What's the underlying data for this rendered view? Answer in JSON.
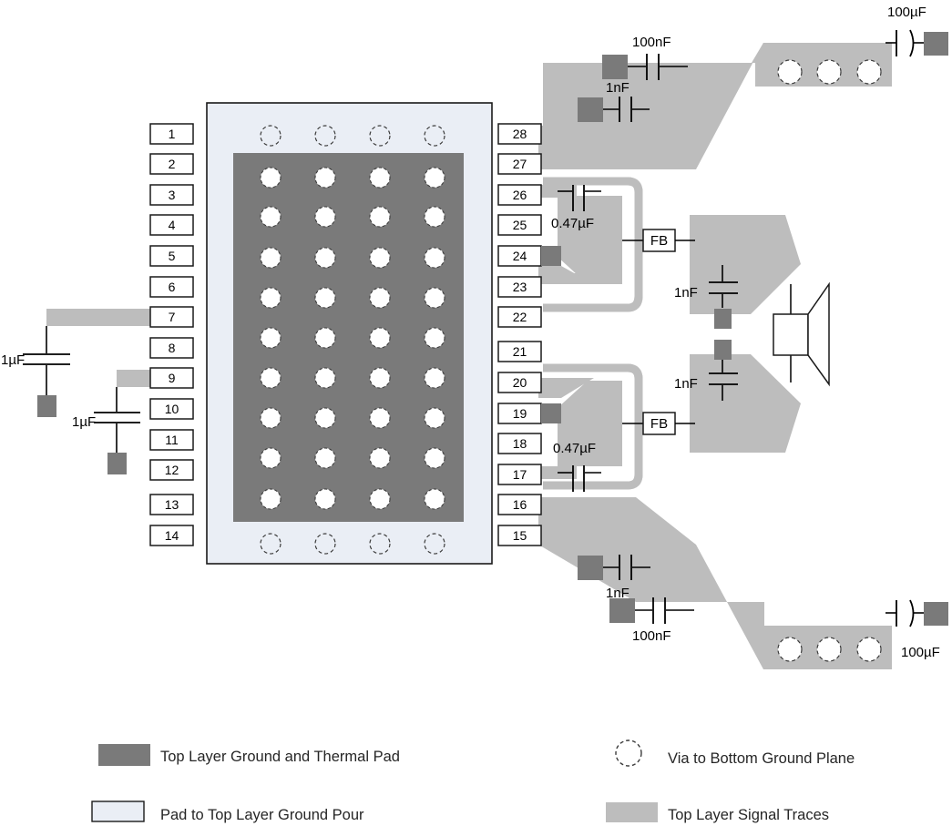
{
  "colors": {
    "thermal_pad": "#7a7a7a",
    "signal_trace": "#bdbdbd",
    "ground_pour": "#eaeef5",
    "outline": "#1a1a1a",
    "text": "#000000",
    "legend_text": "#262626",
    "background": "#ffffff"
  },
  "package": {
    "name": "ic-package",
    "pour_label": "Pad to Top Layer Ground Pour",
    "thermal_label": "Top Layer Ground and Thermal Pad",
    "via_grid_cols": 4,
    "via_grid_rows": 9,
    "dashed_via_rows": 2,
    "dashed_vias_per_row": 4
  },
  "pins": {
    "left_column": [
      {
        "number": "1"
      },
      {
        "number": "2"
      },
      {
        "number": "3"
      },
      {
        "number": "4"
      },
      {
        "number": "5"
      },
      {
        "number": "6"
      },
      {
        "number": "7"
      },
      {
        "number": "8"
      },
      {
        "number": "9"
      },
      {
        "number": "10"
      },
      {
        "number": "11"
      },
      {
        "number": "12"
      },
      {
        "number": "13"
      },
      {
        "number": "14"
      }
    ],
    "right_column": [
      {
        "number": "28"
      },
      {
        "number": "27"
      },
      {
        "number": "26"
      },
      {
        "number": "25"
      },
      {
        "number": "24"
      },
      {
        "number": "23"
      },
      {
        "number": "22"
      },
      {
        "number": "21"
      },
      {
        "number": "20"
      },
      {
        "number": "19"
      },
      {
        "number": "18"
      },
      {
        "number": "17"
      },
      {
        "number": "16"
      },
      {
        "number": "15"
      }
    ]
  },
  "components": {
    "cap_left_upper": "1µF",
    "cap_left_lower": "1µF",
    "cap_bootstrap_upper": "0.47µF",
    "cap_bootstrap_lower": "0.47µF",
    "cap_top_100nF": "100nF",
    "cap_top_1nF": "1nF",
    "cap_top_100uF": "100µF",
    "cap_bottom_1nF": "1nF",
    "cap_bottom_100nF": "100nF",
    "cap_bottom_100uF": "100µF",
    "cap_out_upper_1nF": "1nF",
    "cap_out_lower_1nF": "1nF",
    "ferrite_upper": "FB",
    "ferrite_lower": "FB",
    "speaker": "speaker-load"
  },
  "legend": {
    "items": [
      {
        "id": "thermal-pad",
        "swatch": "thermal_pad",
        "label": "Top Layer Ground and Thermal Pad"
      },
      {
        "id": "via-bottom",
        "swatch": "via",
        "label": "Via to Bottom Ground Plane"
      },
      {
        "id": "ground-pour",
        "swatch": "ground_pour",
        "label": "Pad to Top Layer Ground Pour"
      },
      {
        "id": "signal-traces",
        "swatch": "signal_trace",
        "label": "Top Layer Signal Traces"
      }
    ]
  }
}
